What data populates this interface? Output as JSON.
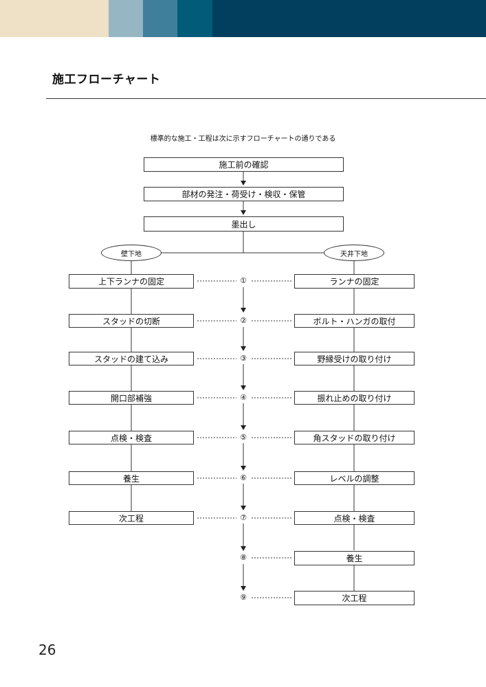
{
  "colors": {
    "header_bands": [
      "#efe1c6",
      "#97b6c3",
      "#3f7f9c",
      "#035b7a",
      "#023e5e"
    ],
    "line": "#333333"
  },
  "page": {
    "title": "施工フローチャート",
    "intro": "標準的な施工・工程は次に示すフローチャートの通りである",
    "page_number": "26"
  },
  "flow": {
    "top_steps": [
      "施工前の確認",
      "部材の発注・荷受け・検収・保管",
      "墨出し"
    ],
    "wall": {
      "label": "壁下地",
      "steps": [
        "上下ランナの固定",
        "スタッドの切断",
        "スタッドの建て込み",
        "開口部補強",
        "点検・検査",
        "養生",
        "次工程"
      ]
    },
    "ceiling": {
      "label": "天井下地",
      "steps": [
        "ランナの固定",
        "ボルト・ハンガの取付",
        "野縁受けの取り付け",
        "振れ止めの取り付け",
        "角スタッドの取り付け",
        "レベルの調整",
        "点検・検査",
        "養生",
        "次工程"
      ]
    },
    "step_numbers": [
      "①",
      "②",
      "③",
      "④",
      "⑤",
      "⑥",
      "⑦",
      "⑧",
      "⑨"
    ]
  }
}
